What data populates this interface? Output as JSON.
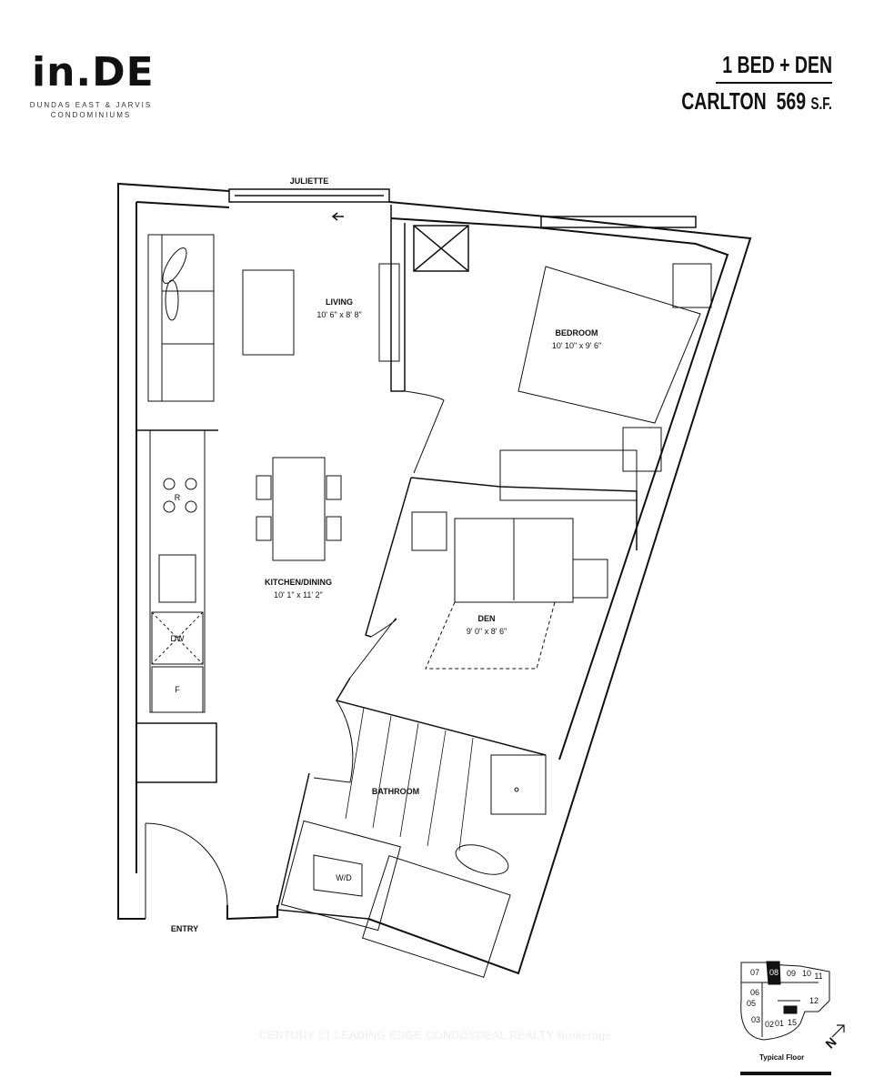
{
  "header": {
    "logo": "in.DE",
    "logo_subtitle_line1": "DUNDAS EAST & JARVIS",
    "logo_subtitle_line2": "CONDOMINIUMS",
    "unit_type": "1 BED + DEN",
    "suite_name": "CARLTON",
    "area_value": "569",
    "area_unit": "S.F."
  },
  "plan": {
    "juliette": "JULIETTE",
    "rooms": [
      {
        "name": "LIVING",
        "dims": "10' 6\" x 8' 8\""
      },
      {
        "name": "BEDROOM",
        "dims": "10' 10\" x 9' 6\""
      },
      {
        "name": "KITCHEN/DINING",
        "dims": "10' 1\" x 11' 2\""
      },
      {
        "name": "DEN",
        "dims": "9' 0\" x 8' 6\""
      },
      {
        "name": "BATHROOM"
      },
      {
        "name": "ENTRY"
      }
    ],
    "appliances": {
      "range": "R",
      "dishwasher": "DW",
      "fridge": "F",
      "washer_dryer": "W/D"
    }
  },
  "key_plan": {
    "label": "Typical Floor",
    "highlighted_unit": "08",
    "units": [
      "07",
      "08",
      "09",
      "10",
      "11",
      "06",
      "05",
      "12",
      "03",
      "02",
      "01",
      "15"
    ],
    "north_label": "N"
  },
  "watermark": "CENTURY 21 LEADING EDGE CONDOSDEAL REALTY Brokerage"
}
